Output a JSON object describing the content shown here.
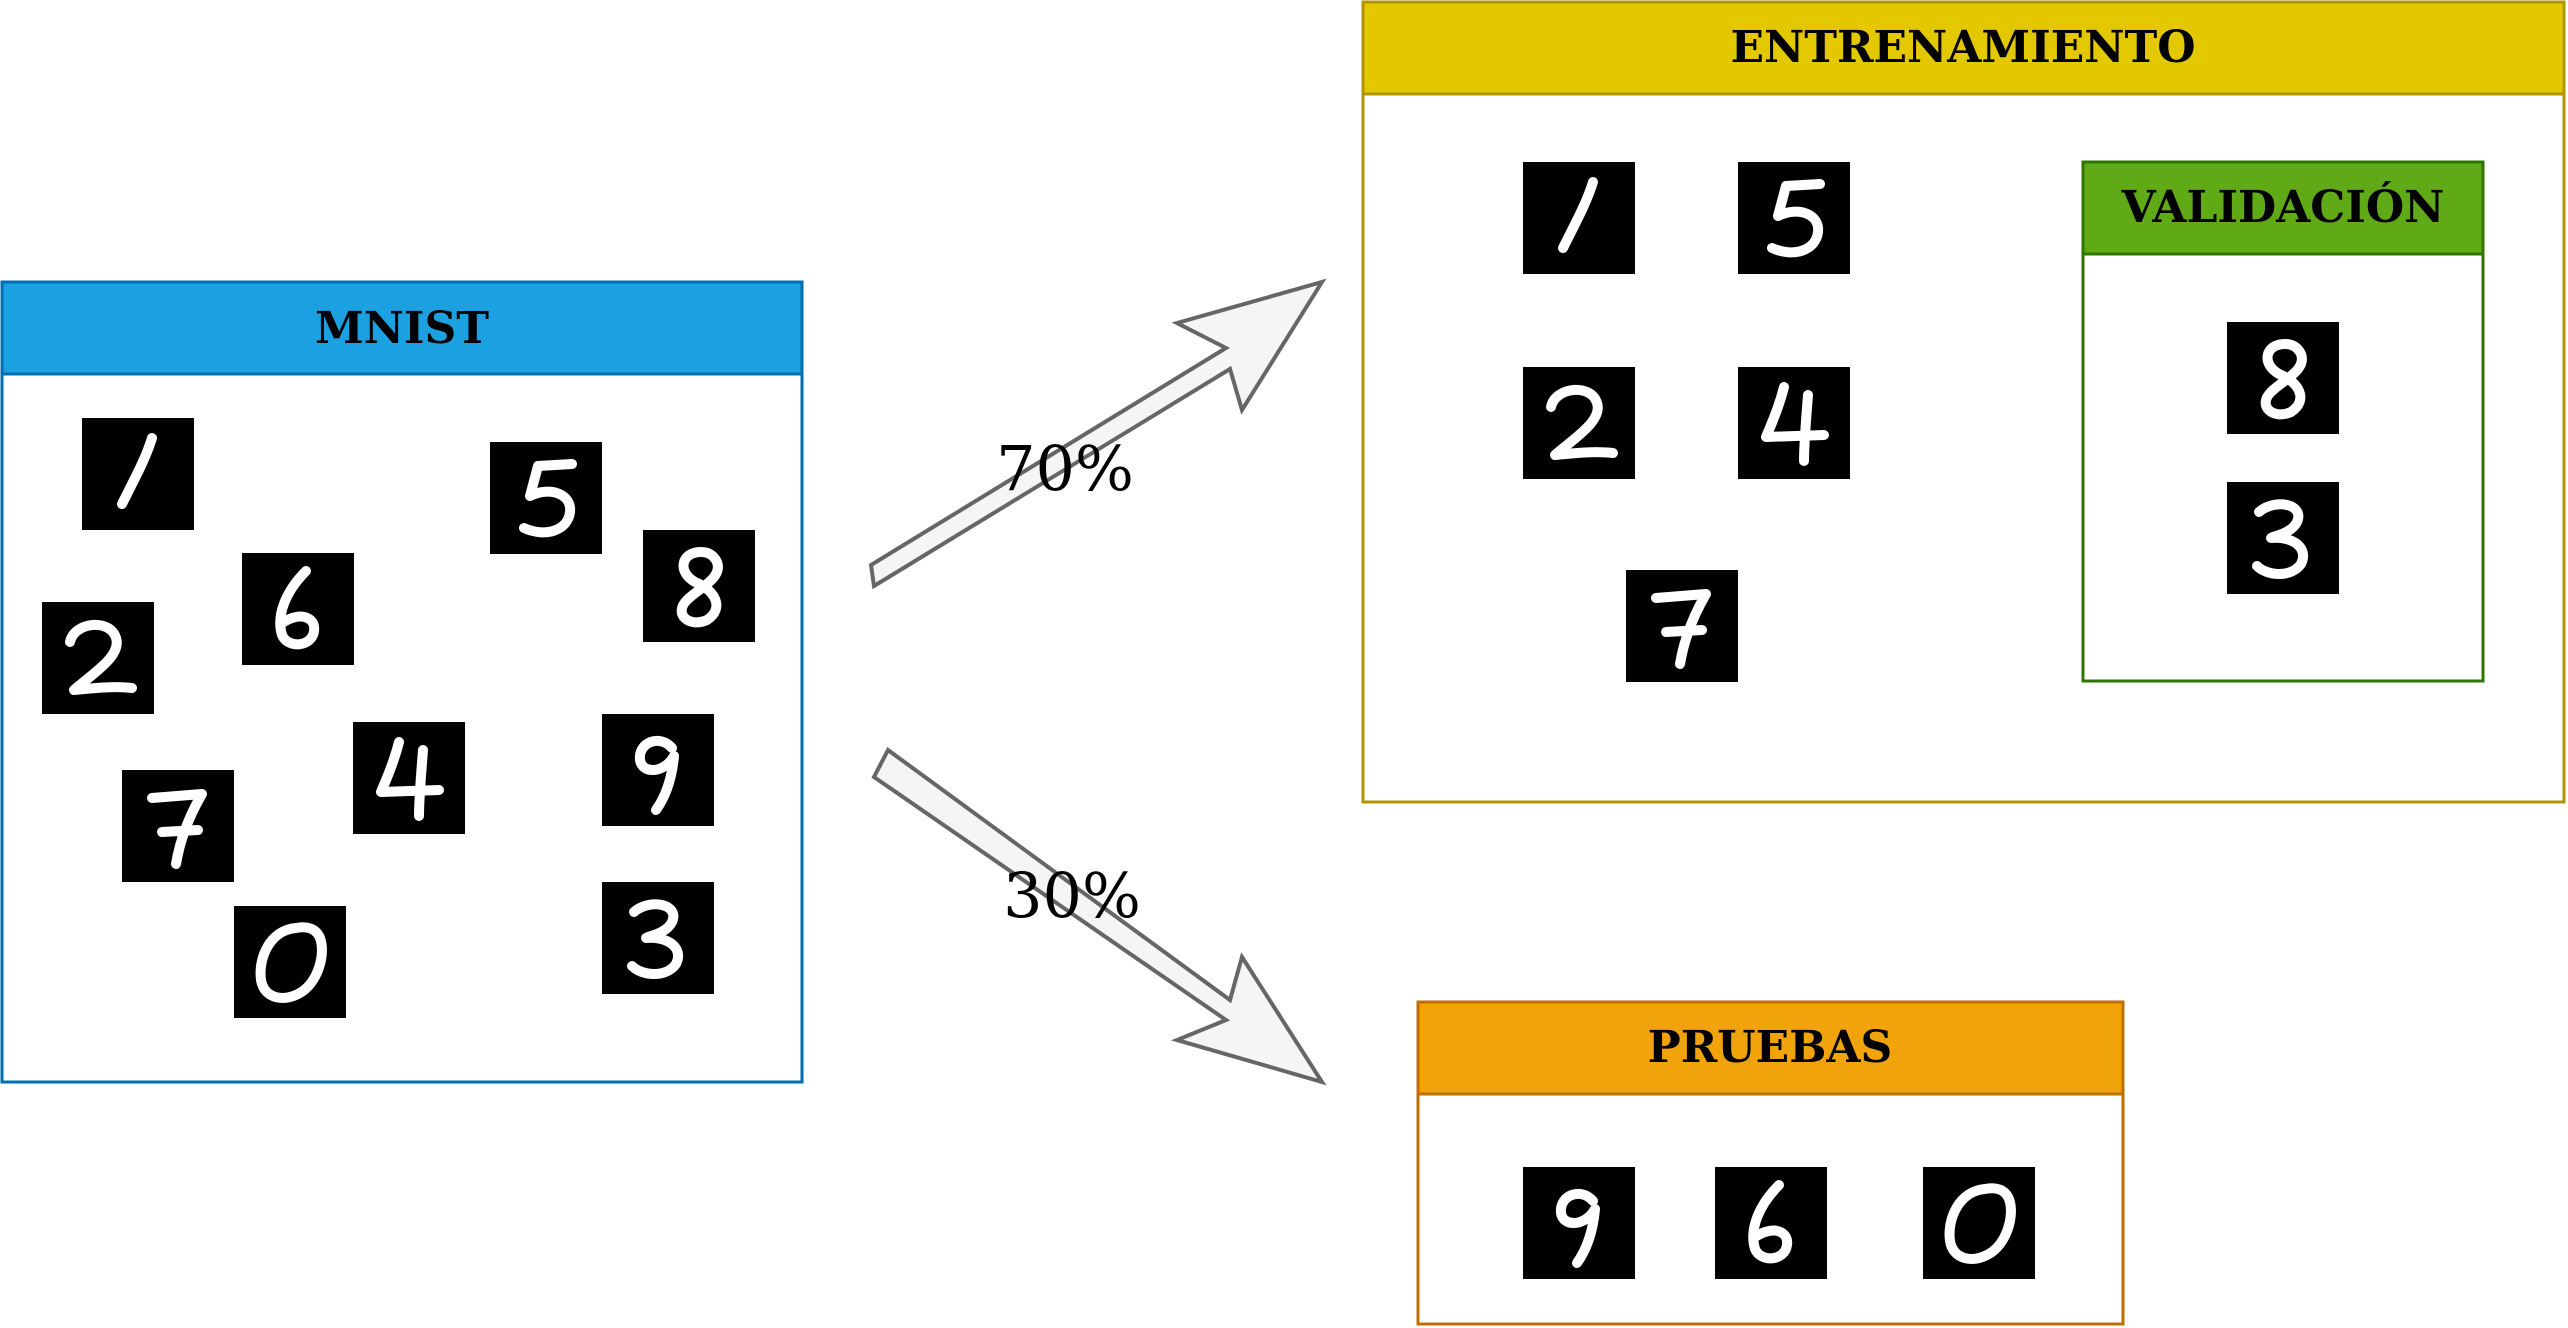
{
  "boxes": {
    "mnist": {
      "title": "MNIST",
      "header_color": "#1ba1e2",
      "border_color": "#006eaf",
      "digits": [
        "1",
        "5",
        "8",
        "2",
        "6",
        "4",
        "9",
        "7",
        "3",
        "0"
      ]
    },
    "entrenamiento": {
      "title": "ENTRENAMIENTO",
      "header_color": "#e3c800",
      "border_color": "#b09500",
      "digits": [
        "1",
        "5",
        "2",
        "4",
        "7"
      ]
    },
    "validacion": {
      "title": "VALIDACIÓN",
      "header_color": "#60a917",
      "border_color": "#2d7600",
      "digits": [
        "8",
        "3"
      ]
    },
    "pruebas": {
      "title": "PRUEBAS",
      "header_color": "#f0a30a",
      "border_color": "#bd7000",
      "digits": [
        "9",
        "6",
        "0"
      ]
    }
  },
  "arrows": {
    "train": {
      "label": "70%"
    },
    "test": {
      "label": "30%"
    }
  },
  "colors": {
    "arrow_fill": "#f5f5f5",
    "arrow_stroke": "#666666",
    "tile_bg": "#000000",
    "digit_stroke": "#ffffff"
  }
}
